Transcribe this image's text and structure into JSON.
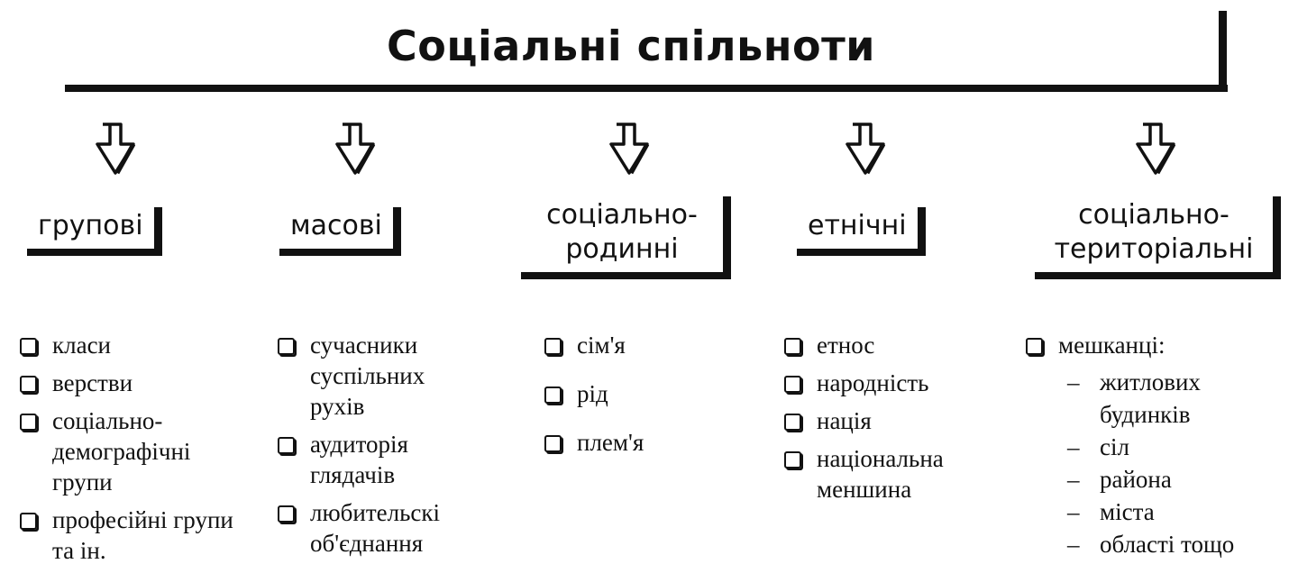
{
  "title": "Соціальні спільноти",
  "categories": [
    {
      "label": "групові",
      "items": [
        "класи",
        "верстви",
        "соціально-демографічні групи",
        "професійні групи та ін."
      ]
    },
    {
      "label": "масові",
      "items": [
        "сучасники суспільних рухів",
        "аудиторія глядачів",
        "любительскі об'єднання"
      ]
    },
    {
      "label": "соціально-родинні",
      "items": [
        "сім'я",
        "рід",
        "плем'я"
      ]
    },
    {
      "label": "етнічні",
      "items": [
        "етнос",
        "народність",
        "нація",
        "національна меншина"
      ]
    },
    {
      "label": "соціально-територіальні",
      "items": [
        "мешканці:"
      ],
      "subitems": [
        "житлових будинків",
        "сіл",
        "района",
        "міста",
        "області тощо"
      ]
    }
  ]
}
